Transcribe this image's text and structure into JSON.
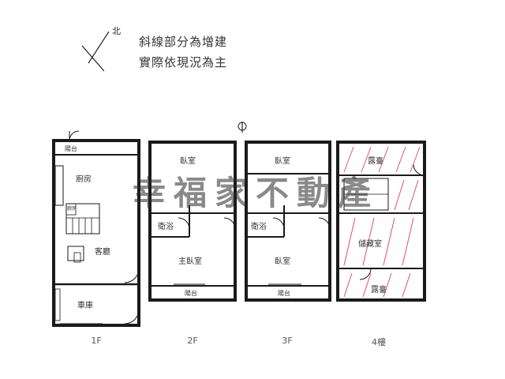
{
  "notes": {
    "line1": "斜線部分為增建",
    "line2": "實際依現況為主",
    "north_mark": "北"
  },
  "watermark": "幸福家不動產",
  "floors": [
    {
      "label": "1F",
      "rooms": {
        "balcony": "陽台",
        "kitchen": "廚房",
        "kitchen_small": "廚房",
        "living": "客廳",
        "garage": "車庫"
      }
    },
    {
      "label": "2F",
      "rooms": {
        "bedroom": "臥室",
        "bath": "衛浴",
        "master": "主臥室",
        "balcony": "陽台"
      }
    },
    {
      "label": "3F",
      "rooms": {
        "bedroom_top": "臥室",
        "bath": "衛浴",
        "bedroom_bottom": "臥室",
        "balcony": "陽台"
      }
    },
    {
      "label": "4樓",
      "rooms": {
        "terrace_top": "露臺",
        "storage": "儲藏室",
        "terrace_bottom": "露臺"
      }
    }
  ],
  "colors": {
    "wall": "#1a1a1a",
    "hatch": "#d9526e"
  }
}
